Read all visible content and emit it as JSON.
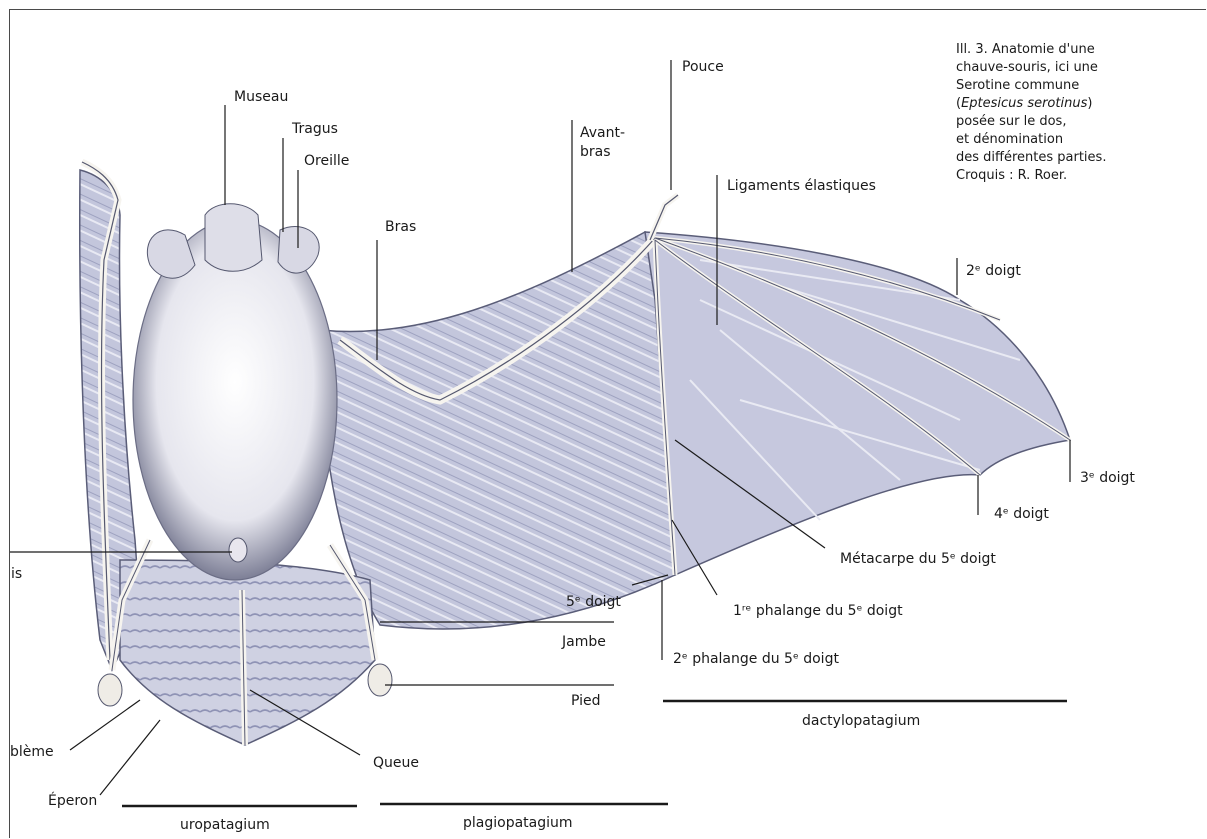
{
  "caption": {
    "line1": "Ill. 3. Anatomie d'une",
    "line2": "chauve-souris, ici une",
    "line3": "Serotine commune",
    "line4_italic": "Eptesicus serotinus",
    "line5": "posée sur le dos,",
    "line6": "et dénomination",
    "line7": "des différentes parties.",
    "line8": "Croquis : R. Roer."
  },
  "labels": {
    "museau": "Museau",
    "tragus": "Tragus",
    "oreille": "Oreille",
    "bras": "Bras",
    "avant_bras_1": "Avant-",
    "avant_bras_2": "bras",
    "pouce": "Pouce",
    "ligaments": "Ligaments élastiques",
    "doigt2": "2ᵉ doigt",
    "doigt3": "3ᵉ doigt",
    "doigt4": "4ᵉ doigt",
    "metacarpe": "Métacarpe du 5ᵉ doigt",
    "doigt5": "5ᵉ doigt",
    "phalange1": "1ʳᵉ phalange du 5ᵉ doigt",
    "phalange2": "2ᵉ phalange du 5ᵉ doigt",
    "jambe": "Jambe",
    "pied": "Pied",
    "queue": "Queue",
    "eperon": "Éperon",
    "calcaneum_partial": "blème",
    "penis_partial": "is",
    "dactylopatagium": "dactylopatagium",
    "uropatagium": "uropatagium",
    "plagiopatagium": "plagiopatagium"
  },
  "colors": {
    "membrane": "#c9cbe0",
    "membrane_dark": "#8f93b5",
    "fur": "#eeeef4",
    "bone": "#f4f2ee",
    "ink": "#1a1a1a"
  }
}
